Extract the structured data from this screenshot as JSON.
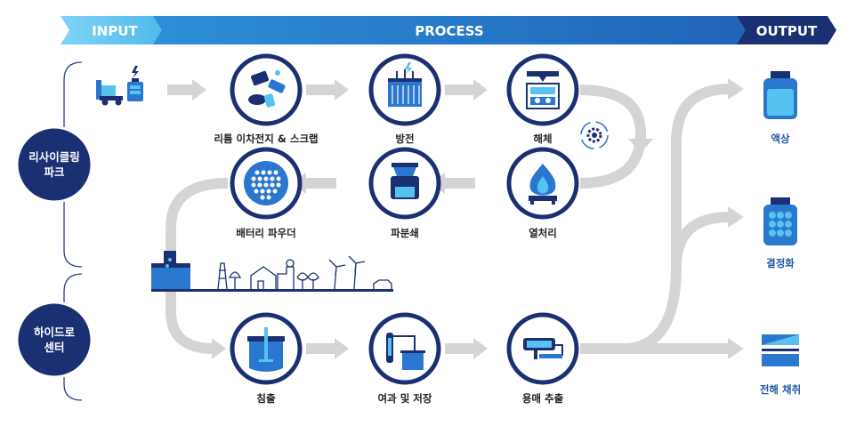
{
  "header": {
    "input": "INPUT",
    "process": "PROCESS",
    "output": "OUTPUT"
  },
  "sections": {
    "recycling_park": [
      "리사이클링",
      "파크"
    ],
    "hydro_center": [
      "하이드로",
      "센터"
    ]
  },
  "steps": {
    "battery_scrap": "리튬 이차전지 & 스크랩",
    "discharge": "방전",
    "dismantle": "해체",
    "heat_treatment": "열처리",
    "crushing": "파분쇄",
    "battery_powder": "배터리 파우더",
    "leaching": "침출",
    "filtration_storage": "여과 및 저장",
    "solvent_extraction": "용매 추출"
  },
  "outputs": {
    "liquid_phase": "액상",
    "crystallization": "결정화",
    "electrolytic_harvest": "전해 채취"
  },
  "colors": {
    "navy": "#1b2f73",
    "blue": "#2a77cf",
    "light_blue": "#55c2f0",
    "arrow_gray": "#d4d4d4",
    "bracket": "#2c3e80"
  }
}
